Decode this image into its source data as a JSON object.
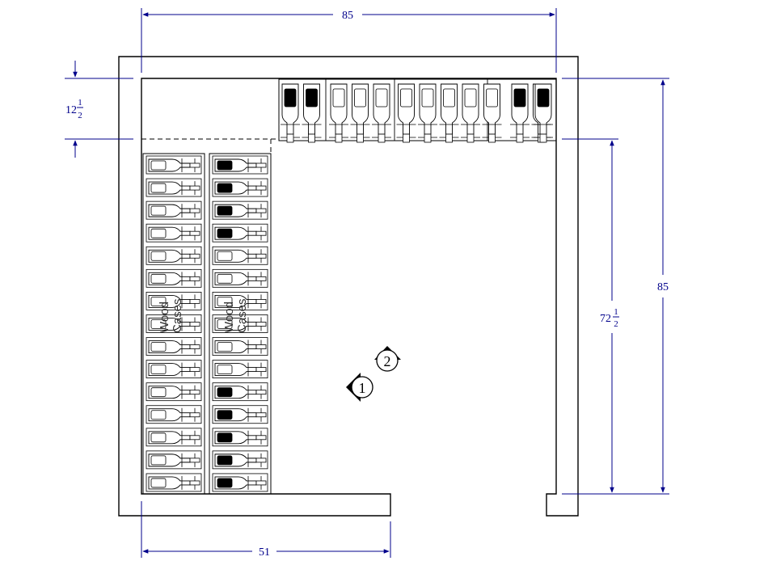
{
  "dimensions": {
    "top_width": "85",
    "bottom_width": "51",
    "right_height": "85",
    "inner_right_whole": "72",
    "inner_right_num": "1",
    "inner_right_den": "2",
    "left_whole": "12",
    "left_num": "1",
    "left_den": "2"
  },
  "labels": {
    "column_left_a": "Wood",
    "column_left_b": "Cases",
    "column_right_a": "Wood",
    "column_right_b": "Cases"
  },
  "markers": [
    {
      "id": "1"
    },
    {
      "id": "2"
    }
  ],
  "colors": {
    "dimension_line": "#00008b",
    "wall": "#000000",
    "bottle_dark": "#000000"
  }
}
